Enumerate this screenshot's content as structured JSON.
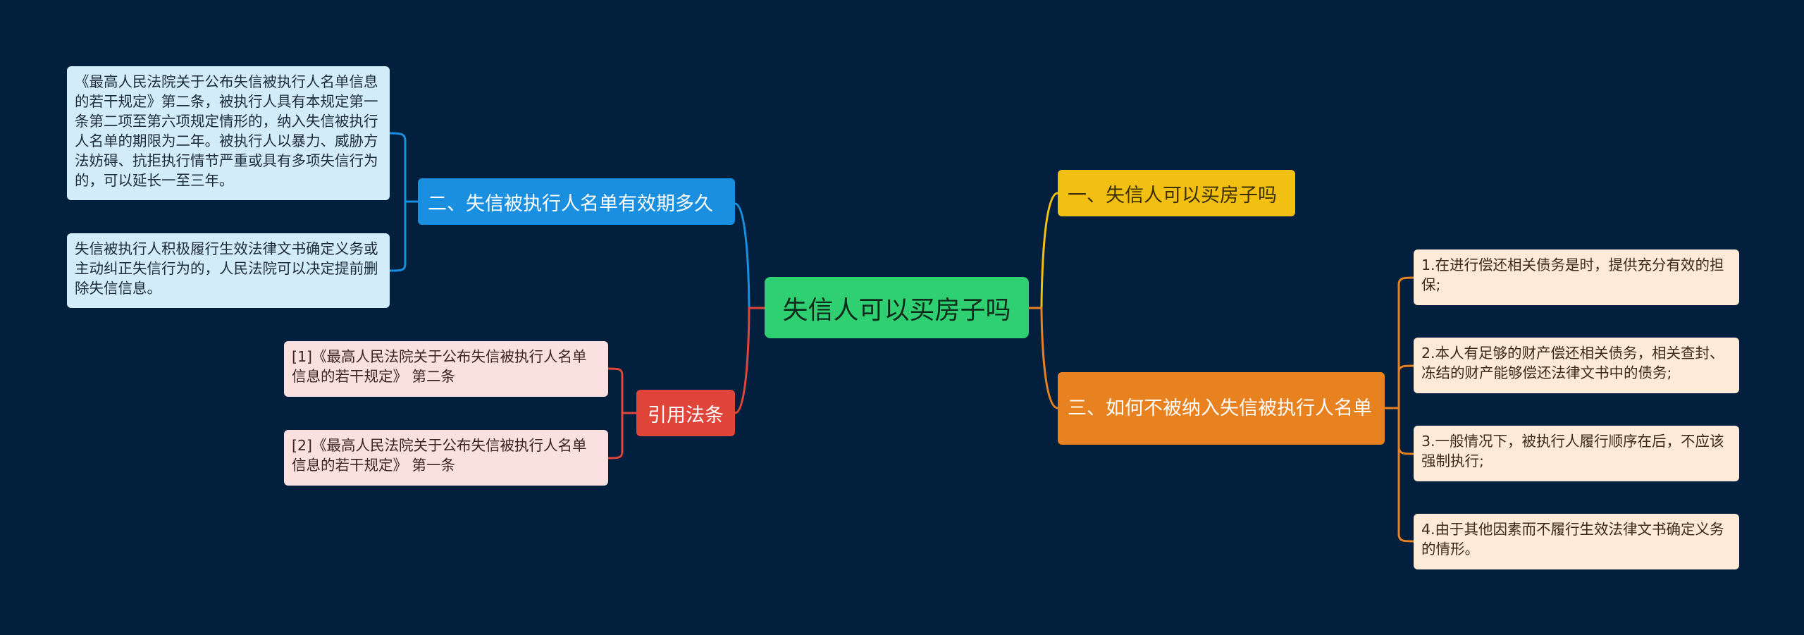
{
  "colors": {
    "background": "#02203d",
    "root": "#2fd071",
    "validity_branch": "#1a8fe0",
    "citations_branch": "#e0453a",
    "branch_one": "#f2c012",
    "branch_three": "#e8811f",
    "leaf_blue": "#d3ecfa",
    "leaf_pink": "#fae0de",
    "leaf_cream": "#fdebd7"
  },
  "root": {
    "label": "失信人可以买房子吗"
  },
  "left": {
    "validity": {
      "label": "二、失信被执行人名单有效期多久",
      "leaves": [
        "《最高人民法院关于公布失信被执行人名单信息的若干规定》第二条，被执行人具有本规定第一条第二项至第六项规定情形的，纳入失信被执行人名单的期限为二年。被执行人以暴力、威胁方法妨碍、抗拒执行情节严重或具有多项失信行为的，可以延长一至三年。",
        "失信被执行人积极履行生效法律文书确定义务或主动纠正失信行为的，人民法院可以决定提前删除失信信息。"
      ]
    },
    "citations": {
      "label": "引用法条",
      "leaves": [
        "[1]《最高人民法院关于公布失信被执行人名单信息的若干规定》 第二条",
        "[2]《最高人民法院关于公布失信被执行人名单信息的若干规定》 第一条"
      ]
    }
  },
  "right": {
    "one": {
      "label": "一、失信人可以买房子吗"
    },
    "three": {
      "label": "三、如何不被纳入失信被执行人名单",
      "leaves": [
        "1.在进行偿还相关债务是时，提供充分有效的担保;",
        "2.本人有足够的财产偿还相关债务，相关查封、冻结的财产能够偿还法律文书中的债务;",
        "3.一般情况下，被执行人履行顺序在后，不应该强制执行;",
        "4.由于其他因素而不履行生效法律文书确定义务的情形。"
      ]
    }
  }
}
